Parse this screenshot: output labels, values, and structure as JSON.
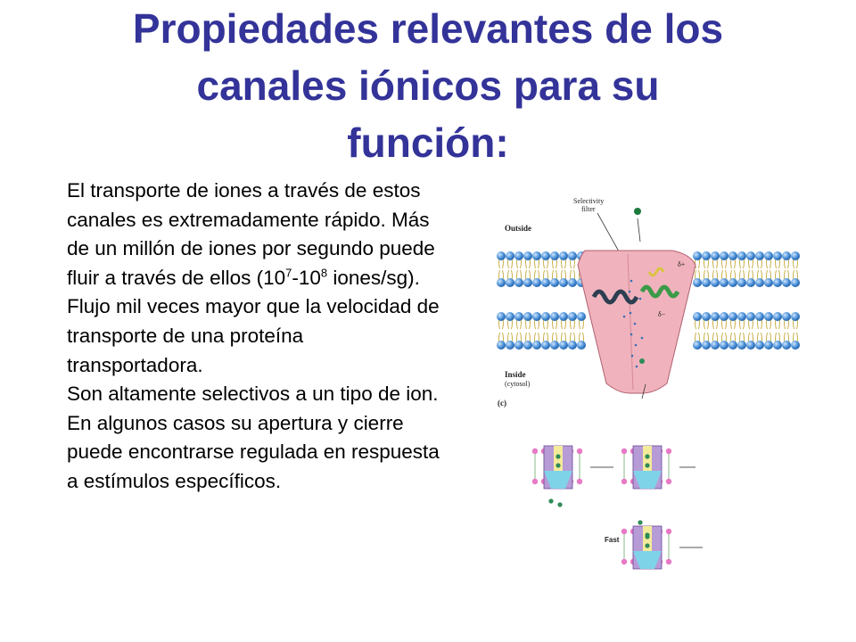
{
  "title": {
    "line1": "Propiedades relevantes de los",
    "line2": "canales iónicos para su",
    "line3": "función:"
  },
  "paragraph1": {
    "before_exp1": "El transporte de iones a través de estos canales es extremadamente rápido. Más de un millón de iones por segundo puede fluir a través de ellos (10",
    "exp1": "7",
    "between": "-10",
    "exp2": "8",
    "after_exp2": " iones/sg). Flujo mil veces mayor que la velocidad de transporte de una proteína transportadora."
  },
  "paragraph2": "Son altamente selectivos a un tipo de ion.",
  "paragraph3": "En algunos casos su apertura y cierre puede encontrarse regulada en respuesta a estímulos específicos.",
  "figure1": {
    "selectivity_filter_label": "Selectivity filter",
    "outside_label": "Outside",
    "inside_label": "Inside",
    "cytosol_label": "(cytosol)",
    "panel_label": "(c)",
    "delta_plus": "δ+",
    "delta_minus": "δ−"
  },
  "figure2": {
    "fast_label": "Fast"
  },
  "colors": {
    "title": "#333399",
    "lipid_head": "#4a8fd6",
    "channel_pink": "#f2b8c0",
    "helix_dark": "#2c3e50",
    "helix_green": "#4caf50",
    "ion_green": "#2e8b57"
  }
}
